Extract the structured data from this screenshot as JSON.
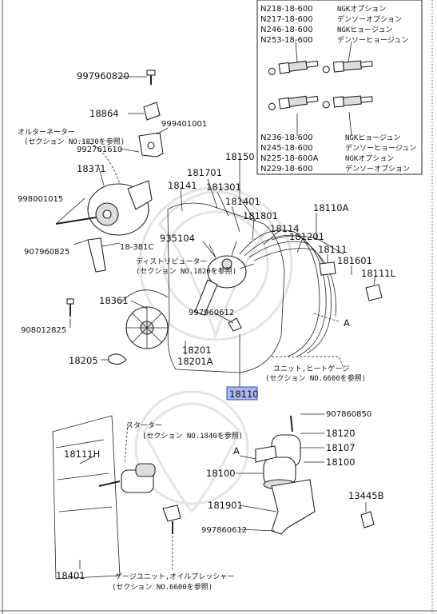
{
  "plugs_top": [
    {
      "part": "N218-18-600",
      "desc": "NGKオプション"
    },
    {
      "part": "N217-18-600",
      "desc": "デンソーオプション"
    },
    {
      "part": "N246-18-600",
      "desc": "NGKヒョージュン"
    },
    {
      "part": "N253-18-600",
      "desc": "デンソーヒョージュン"
    }
  ],
  "plugs_bottom": [
    {
      "part": "N236-18-600",
      "desc": "NGKヒョージュン"
    },
    {
      "part": "N245-18-600",
      "desc": "デンソーヒョージュン"
    },
    {
      "part": "N225-18-600A",
      "desc": "NGKオプション"
    },
    {
      "part": "N229-18-600",
      "desc": "デンソーオプション"
    }
  ],
  "labels": {
    "p997960820": "997960820",
    "p18864": "18864",
    "alternator_note": "オルターネーター",
    "alternator_ref": "(セクション NO.1830を参照)",
    "p999401001": "999401001",
    "p992761610": "992761610",
    "p18371": "18371",
    "p998001015": "998001015",
    "p18150": "18150",
    "p181701": "181701",
    "p18141": "18141",
    "p181301": "181301",
    "p181401": "181401",
    "p181801": "181801",
    "p18114": "18114",
    "p18110A": "18110A",
    "p181201": "181201",
    "p18111": "18111",
    "p181601": "181601",
    "p18111L": "18111L",
    "p18381C": "18-381C",
    "p935104": "935104",
    "p907960825": "907960825",
    "distributor_note": "ディストリビューター",
    "distributor_ref": "(セクション NO.1820を参照)",
    "p18361": "18361",
    "p997960612": "997960612",
    "mark_a1": "A",
    "p908012825": "908012825",
    "p18201": "18201",
    "p18201A": "18201A",
    "p18205": "18205",
    "heat_gauge_note": "ユニット,ヒートゲージ",
    "heat_gauge_ref": "(セクション NO.6600を参照)",
    "p18110": "18110",
    "starter_note": "スターター",
    "starter_ref": "(セクション NO.1840を参照)",
    "p18111H": "18111H",
    "p907860850": "907860850",
    "p18120": "18120",
    "p18107": "18107",
    "mark_a2": "A",
    "p18100a": "18100",
    "p18100b": "18100",
    "p181901": "181901",
    "p13445B": "13445B",
    "p997860612": "997860612",
    "p18401": "18401",
    "oil_gauge_note": "ゲージユニット,オイルプレッシャー",
    "oil_gauge_ref": "(セクション NO.6600を参照)"
  }
}
